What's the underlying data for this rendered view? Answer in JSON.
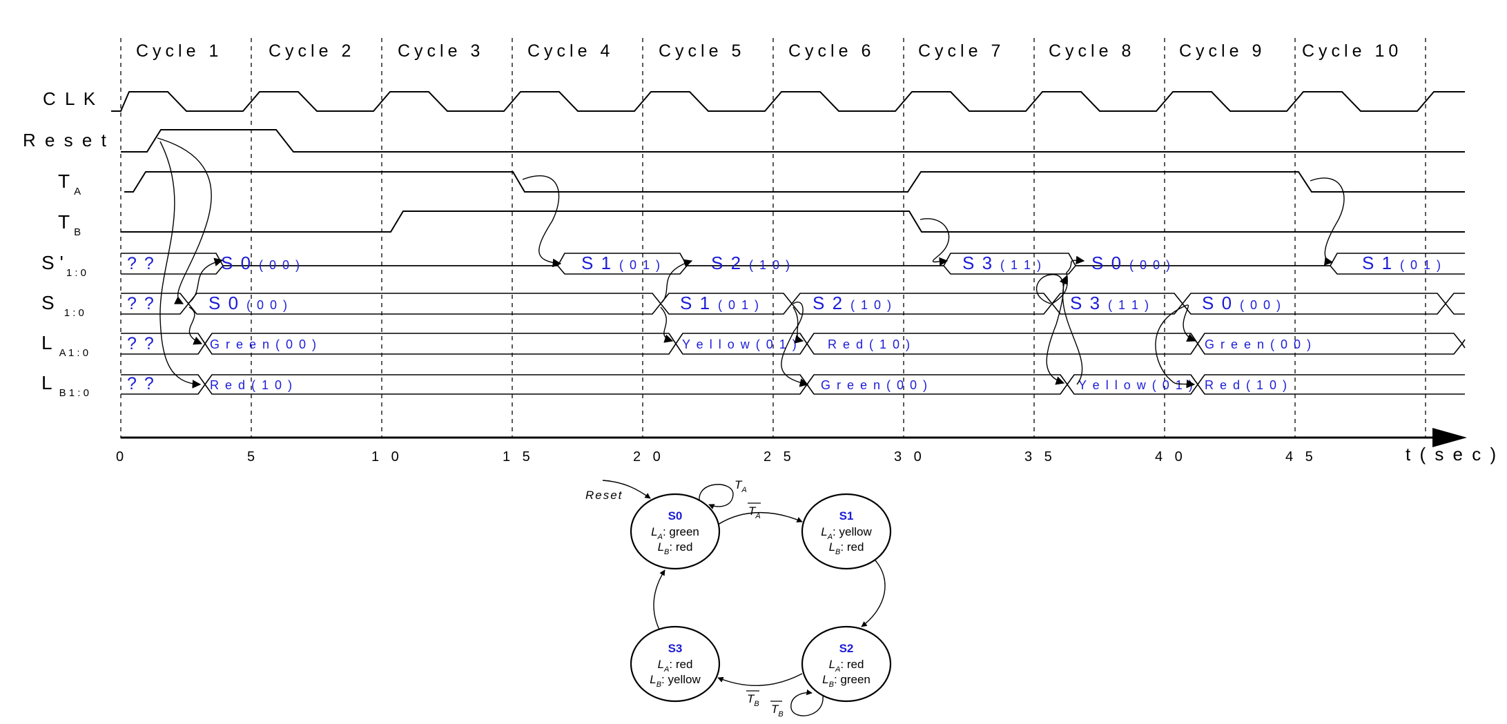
{
  "timing": {
    "cycles": [
      "Cycle 1",
      "Cycle 2",
      "Cycle 3",
      "Cycle 4",
      "Cycle 5",
      "Cycle 6",
      "Cycle 7",
      "Cycle 8",
      "Cycle 9",
      "Cycle 10"
    ],
    "signals": {
      "clk": "C L K",
      "reset": "R e s e t",
      "ta_main": "T",
      "ta_sub": "A",
      "tb_main": "T",
      "tb_sub": "B",
      "snext_main": "S '",
      "snext_sub": "1 : 0",
      "s_main": "S",
      "s_sub": "1 : 0",
      "la_main": "L",
      "la_sub": "A 1 : 0",
      "lb_main": "L",
      "lb_sub": "B 1 : 0"
    },
    "time_ticks": [
      "0",
      "5",
      "1 0",
      "1 5",
      "2 0",
      "2 5",
      "3 0",
      "3 5",
      "4 0",
      "4 5"
    ],
    "time_axis_label": "t  ( s e c )",
    "unknown": "? ?",
    "snext_values": [
      {
        "name": "S 0",
        "code": "( 0 0 )"
      },
      {
        "name": "S 1",
        "code": "( 0 1 )"
      },
      {
        "name": "S 2",
        "code": "( 1 0 )"
      },
      {
        "name": "S 3",
        "code": "( 1 1 )"
      },
      {
        "name": "S 0",
        "code": "( 0 0 )"
      },
      {
        "name": "S 1",
        "code": "( 0 1 )"
      }
    ],
    "s_values": [
      {
        "name": "S 0",
        "code": "( 0 0 )"
      },
      {
        "name": "S 1",
        "code": "( 0 1 )"
      },
      {
        "name": "S 2",
        "code": "( 1 0 )"
      },
      {
        "name": "S 3",
        "code": "( 1 1 )"
      },
      {
        "name": "S 0",
        "code": "( 0 0 )"
      }
    ],
    "la_values": [
      "G r e e n  ( 0 0 )",
      "Y e l l o w  ( 0 1 )",
      "R e d  ( 1 0 )",
      "G r e e n  ( 0 0 )"
    ],
    "lb_values": [
      "R e d  ( 1 0 )",
      "G r e e n  ( 0 0 )",
      "Y e l l o w  ( 0 1 )",
      "R e d  ( 1 0 )"
    ]
  },
  "fsm": {
    "reset_label": "Reset",
    "states": [
      {
        "name": "S0",
        "la": "green",
        "lb": "red"
      },
      {
        "name": "S1",
        "la": "yellow",
        "lb": "red"
      },
      {
        "name": "S2",
        "la": "red",
        "lb": "green"
      },
      {
        "name": "S3",
        "la": "red",
        "lb": "yellow"
      }
    ],
    "la_prefix": "L",
    "la_sub": "A",
    "lb_prefix": "L",
    "lb_sub": "B",
    "transitions": {
      "s0_self_main": "T",
      "s0_self_sub": "A",
      "s0_s1_main": "T",
      "s0_s1_sub": "A",
      "s2_s3_main": "T",
      "s2_s3_sub": "B",
      "s2_self_main": "T",
      "s2_self_sub": "B"
    }
  }
}
